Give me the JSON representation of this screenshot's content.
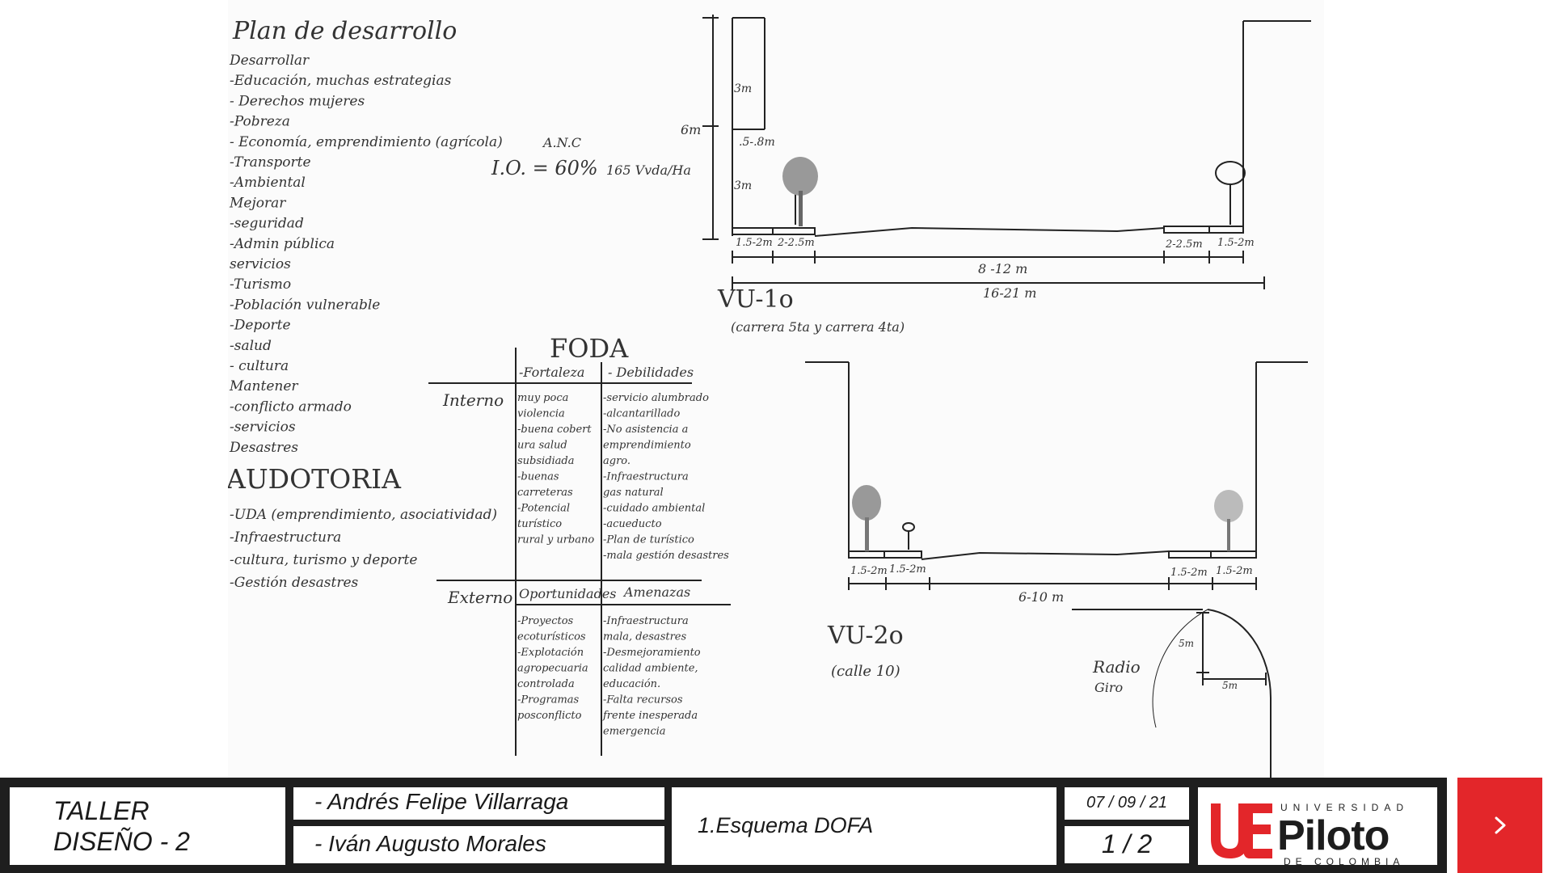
{
  "sketch": {
    "plan_title": "Plan de desarrollo",
    "plan_lines": [
      "Desarrollar",
      "-Educación, muchas estrategias",
      "- Derechos mujeres",
      "-Pobreza",
      "- Economía, emprendimiento (agrícola)",
      "-Transporte",
      "-Ambiental",
      "Mejorar",
      "-seguridad",
      "-Admin pública",
      "servicios",
      "-Turismo",
      "-Población vulnerable",
      "-Deporte",
      "-salud",
      "- cultura",
      "Mantener",
      "-conflicto armado",
      "-servicios",
      "Desastres"
    ],
    "audit_title": "AUDOTORIA",
    "audit_lines": [
      "-UDA (emprendimiento, asociatividad)",
      "-Infraestructura",
      "-cultura, turismo y deporte",
      "-Gestión desastres"
    ],
    "anc": "A.N.C",
    "io": "I.O. = 60%",
    "density": "165 Vvda/Ha",
    "foda_title": "FODA",
    "foda_interno": "Interno",
    "foda_externo": "Externo",
    "foda_headers": [
      "-Fortaleza",
      "- Debilidades",
      "Oportunidades",
      "Amenazas"
    ],
    "fortalezas": [
      "muy poca",
      "violencia",
      "-buena cobert",
      "ura salud",
      "subsidiada",
      "-buenas",
      "carreteras",
      "-Potencial",
      "turístico",
      "rural y urbano"
    ],
    "debilidades": [
      "-servicio alumbrado",
      "-alcantarillado",
      "-No asistencia a",
      "emprendimiento",
      "agro.",
      "-Infraestructura",
      "gas natural",
      "-cuidado ambiental",
      "-acueducto",
      "-Plan de turístico",
      "-mala gestión desastres"
    ],
    "oportunidades": [
      "-Proyectos",
      "ecoturísticos",
      "-Explotación",
      "agropecuaria",
      "controlada",
      "-Programas",
      "posconflicto"
    ],
    "amenazas": [
      "-Infraestructura",
      "mala, desastres",
      "-Desmejoramiento",
      "calidad ambiente,",
      "educación.",
      "-Falta recursos",
      "frente inesperada",
      "emergencia"
    ],
    "vu1": {
      "heights": [
        "3m",
        "6m",
        "3m"
      ],
      "setback": ".5-.8m",
      "dims": [
        "1.5-2m",
        "2-2.5m",
        "2-2.5m",
        "1.5-2m"
      ],
      "road": "8 -12 m",
      "total": "16-21 m",
      "name": "VU-1o",
      "streets": "(carrera 5ta y carrera 4ta)"
    },
    "vu2": {
      "dims": [
        "1.5-2m",
        "1.5-2m",
        "1.5-2m",
        "1.5-2m"
      ],
      "road": "6-10 m",
      "name": "VU-2o",
      "street": "(calle 10)"
    },
    "radius": {
      "label1": "Radio",
      "label2": "Giro",
      "r1": "5m",
      "r2": "5m"
    }
  },
  "titleblock": {
    "course_line1": "TALLER",
    "course_line2": "DISEÑO - 2",
    "author1": "- Andrés Felipe Villarraga",
    "author2": "- Iván  Augusto Morales",
    "topic": "1.Esquema DOFA",
    "date": "07 / 09 / 21",
    "page": "1 / 2"
  },
  "logo": {
    "top": "UNIVERSIDAD",
    "main": "Piloto",
    "bottom": "DE COLOMBIA",
    "color": "#e3262a"
  },
  "nav": {
    "next_icon": "chevron-right-icon",
    "color": "#e3262a"
  }
}
